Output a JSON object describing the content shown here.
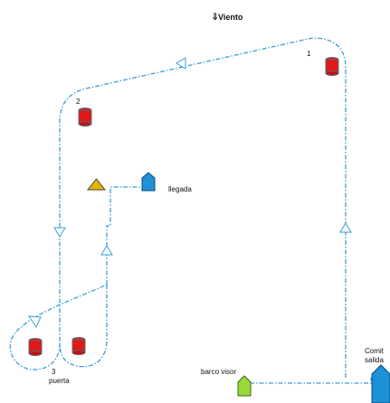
{
  "labels": {
    "wind": "Viento",
    "wind_arrow": "⇓",
    "mark1": "1",
    "mark2": "2",
    "gate_number": "3",
    "gate": "puerta",
    "finish": "llegada",
    "spectator_boat": "barco visor",
    "committee_line1": "Comit",
    "committee_line2": "salida"
  },
  "colors": {
    "route": "#3a9fd8",
    "buoy_red": "#e01818",
    "buoy_outline": "#5a6a7a",
    "finish_boat": "#1e90d8",
    "spectator_boat": "#9ad83a",
    "triangle_mark": "#e6b400"
  }
}
